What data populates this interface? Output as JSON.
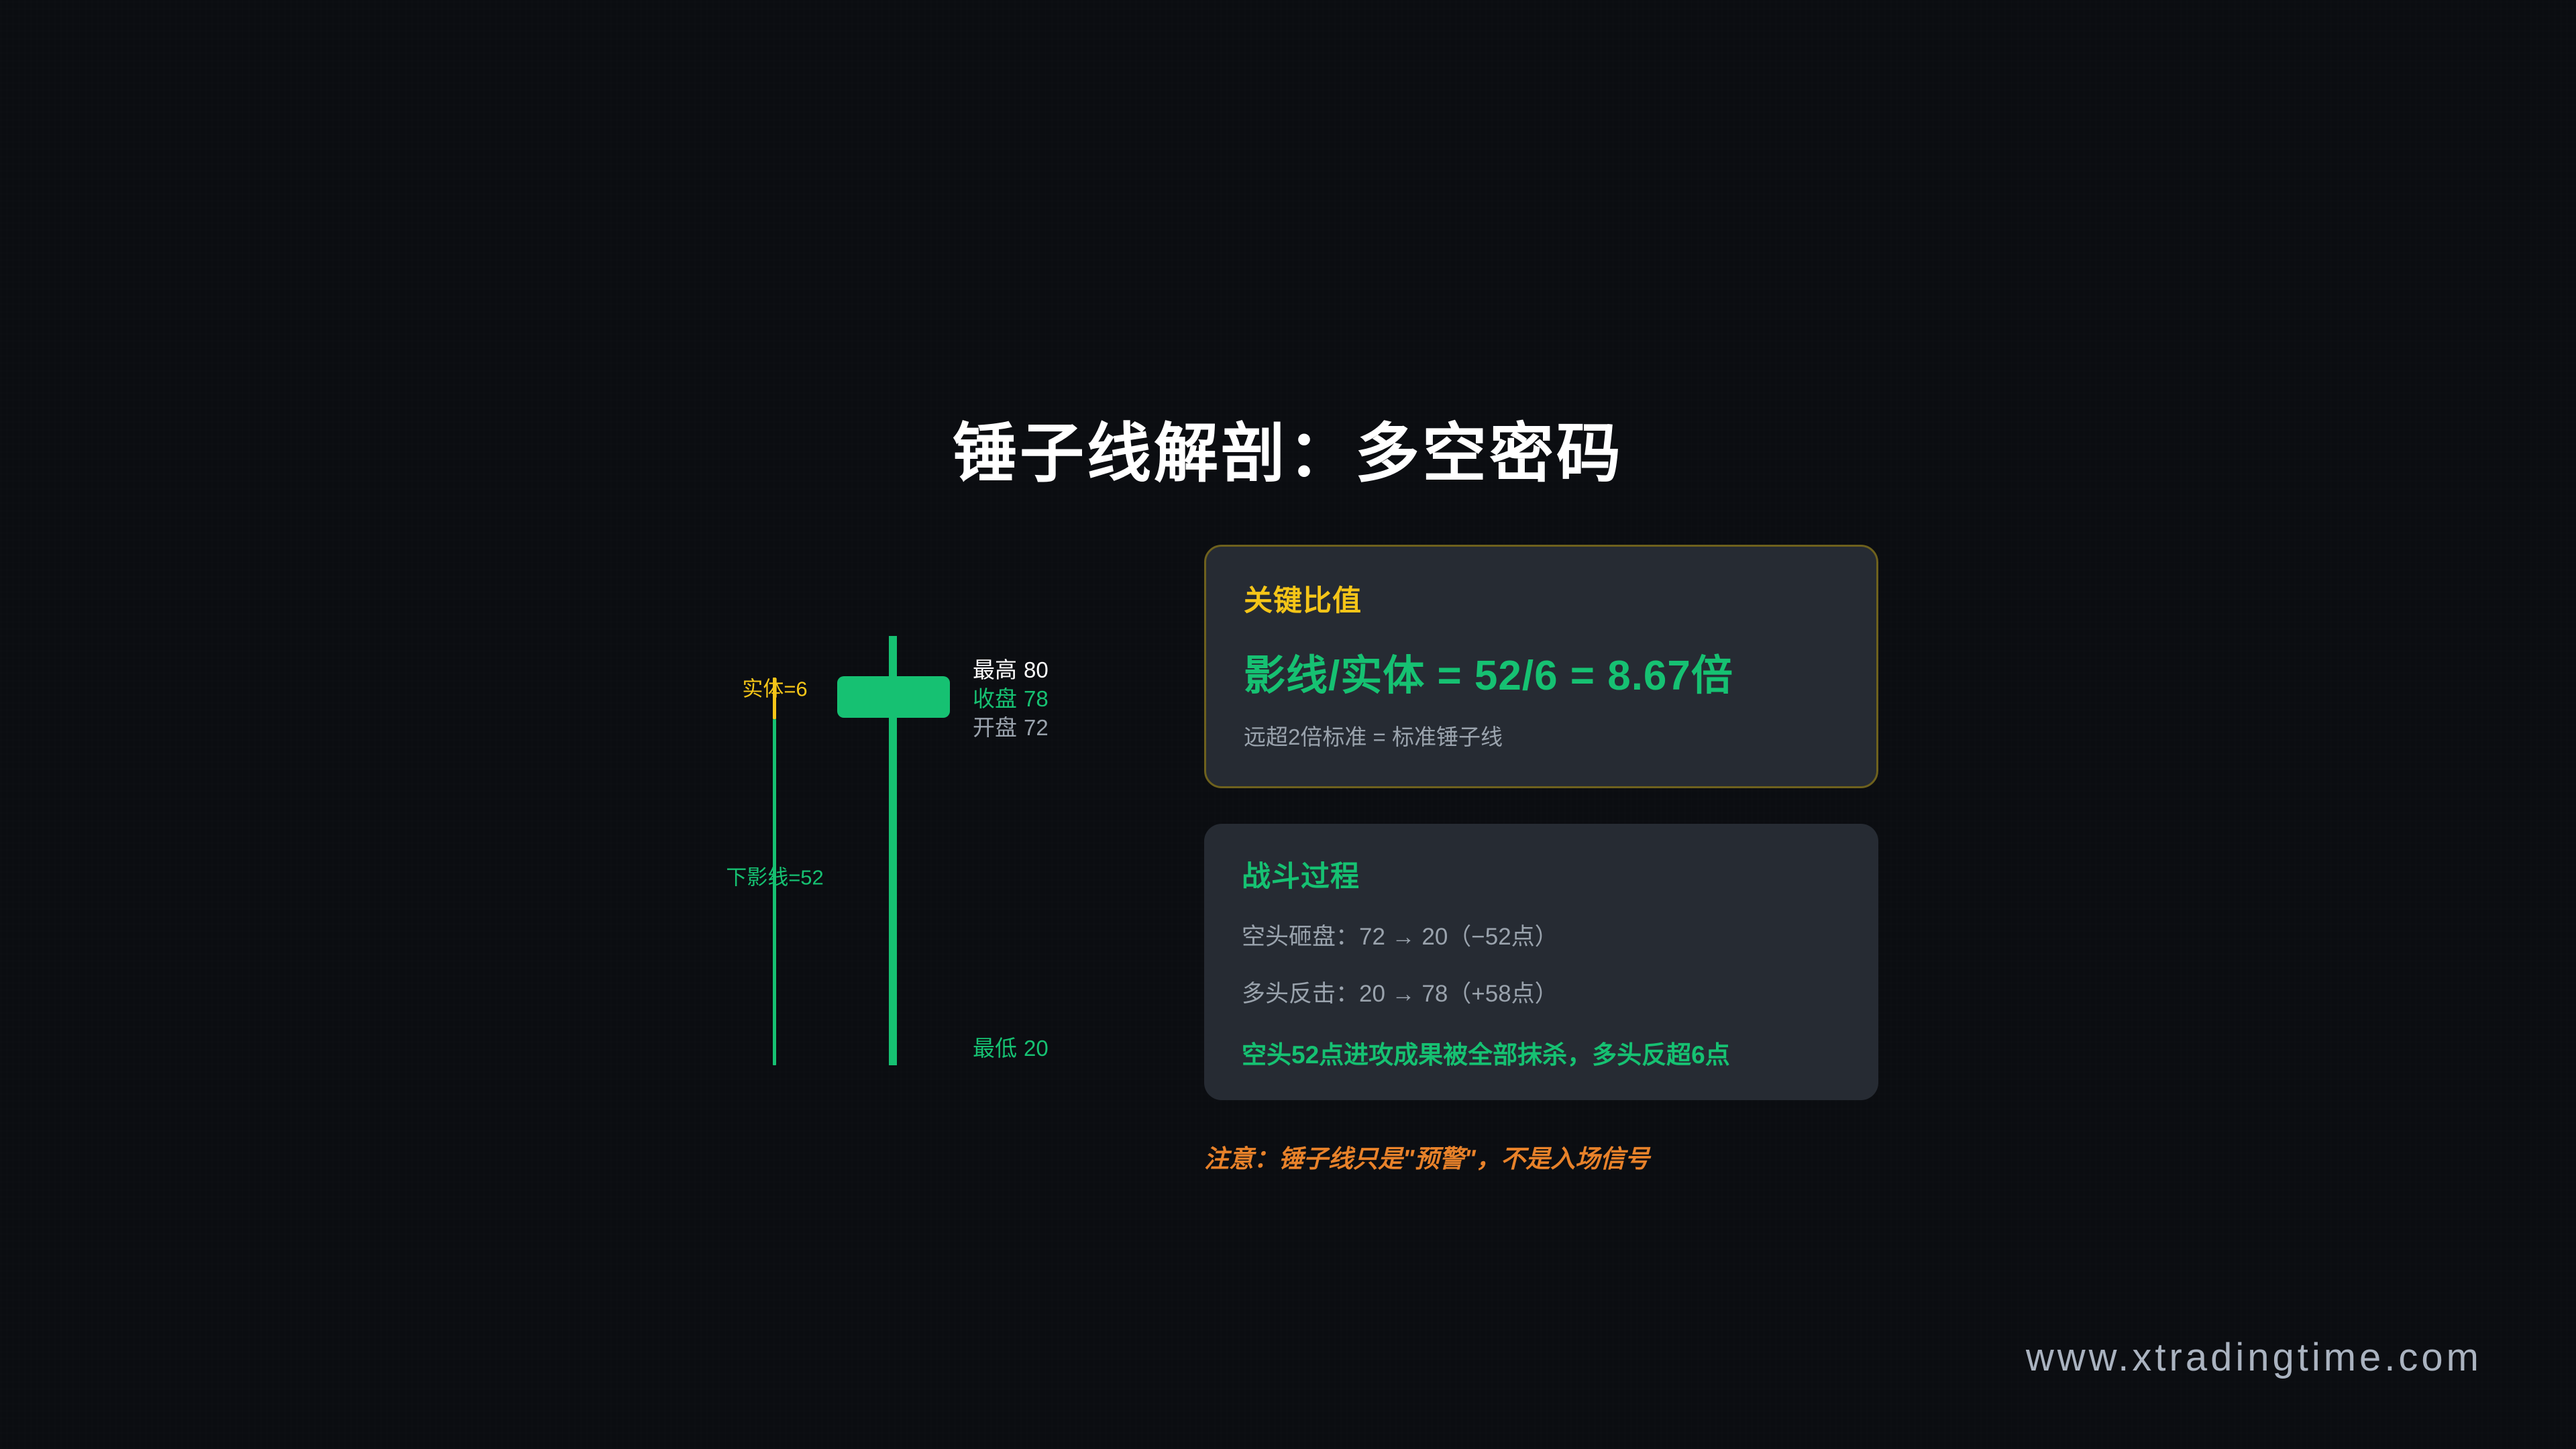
{
  "page": {
    "title": "锤子线解剖：多空密码",
    "background_color": "#0b0d11",
    "watermark": "www.xtradingtime.com"
  },
  "colors": {
    "bullish_green": "#16c172",
    "accent_gold": "#f5c518",
    "muted_gray": "#9aa3ad",
    "warning_orange": "#e8822a",
    "card_fill": "#262b33",
    "card_border_gold": "#6e611d",
    "white": "#ffffff"
  },
  "candle": {
    "body_measure_label": "实体=6",
    "shadow_measure_label": "下影线=52",
    "prices": [
      {
        "key": "最高",
        "value": "80",
        "name": "high"
      },
      {
        "key": "收盘",
        "value": "78",
        "name": "close"
      },
      {
        "key": "开盘",
        "value": "72",
        "name": "open"
      },
      {
        "key": "最低",
        "value": "20",
        "name": "low"
      }
    ]
  },
  "cards": {
    "ratio": {
      "title": "关键比值",
      "formula": "影线/实体 = 52/6 = 8.67倍",
      "note": "远超2倍标准 = 标准锤子线"
    },
    "battle": {
      "title": "战斗过程",
      "line1": "空头砸盘：72 → 20（−52点）",
      "line2": "多头反击：20 → 78（+58点）",
      "conclusion": "空头52点进攻成果被全部抹杀，多头反超6点"
    }
  },
  "warning": "注意：锤子线只是\"预警\"，不是入场信号",
  "chart_data": {
    "type": "candlestick",
    "title": "锤子线解剖：多空密码",
    "candles": [
      {
        "name": "hammer",
        "open": 72,
        "high": 80,
        "low": 20,
        "close": 78,
        "body_size": 6,
        "lower_shadow": 52,
        "upper_shadow": 2,
        "shadow_to_body_ratio": 8.67,
        "bullish": true,
        "color": "#16c172"
      }
    ],
    "ylim": [
      20,
      80
    ],
    "annotations": [
      "实体=6",
      "下影线=52",
      "影线/实体 = 52/6 = 8.67倍",
      "远超2倍标准 = 标准锤子线",
      "空头砸盘：72 → 20（−52点）",
      "多头反击：20 → 78（+58点）",
      "空头52点进攻成果被全部抹杀，多头反超6点"
    ],
    "grid": false,
    "legend": "none"
  }
}
